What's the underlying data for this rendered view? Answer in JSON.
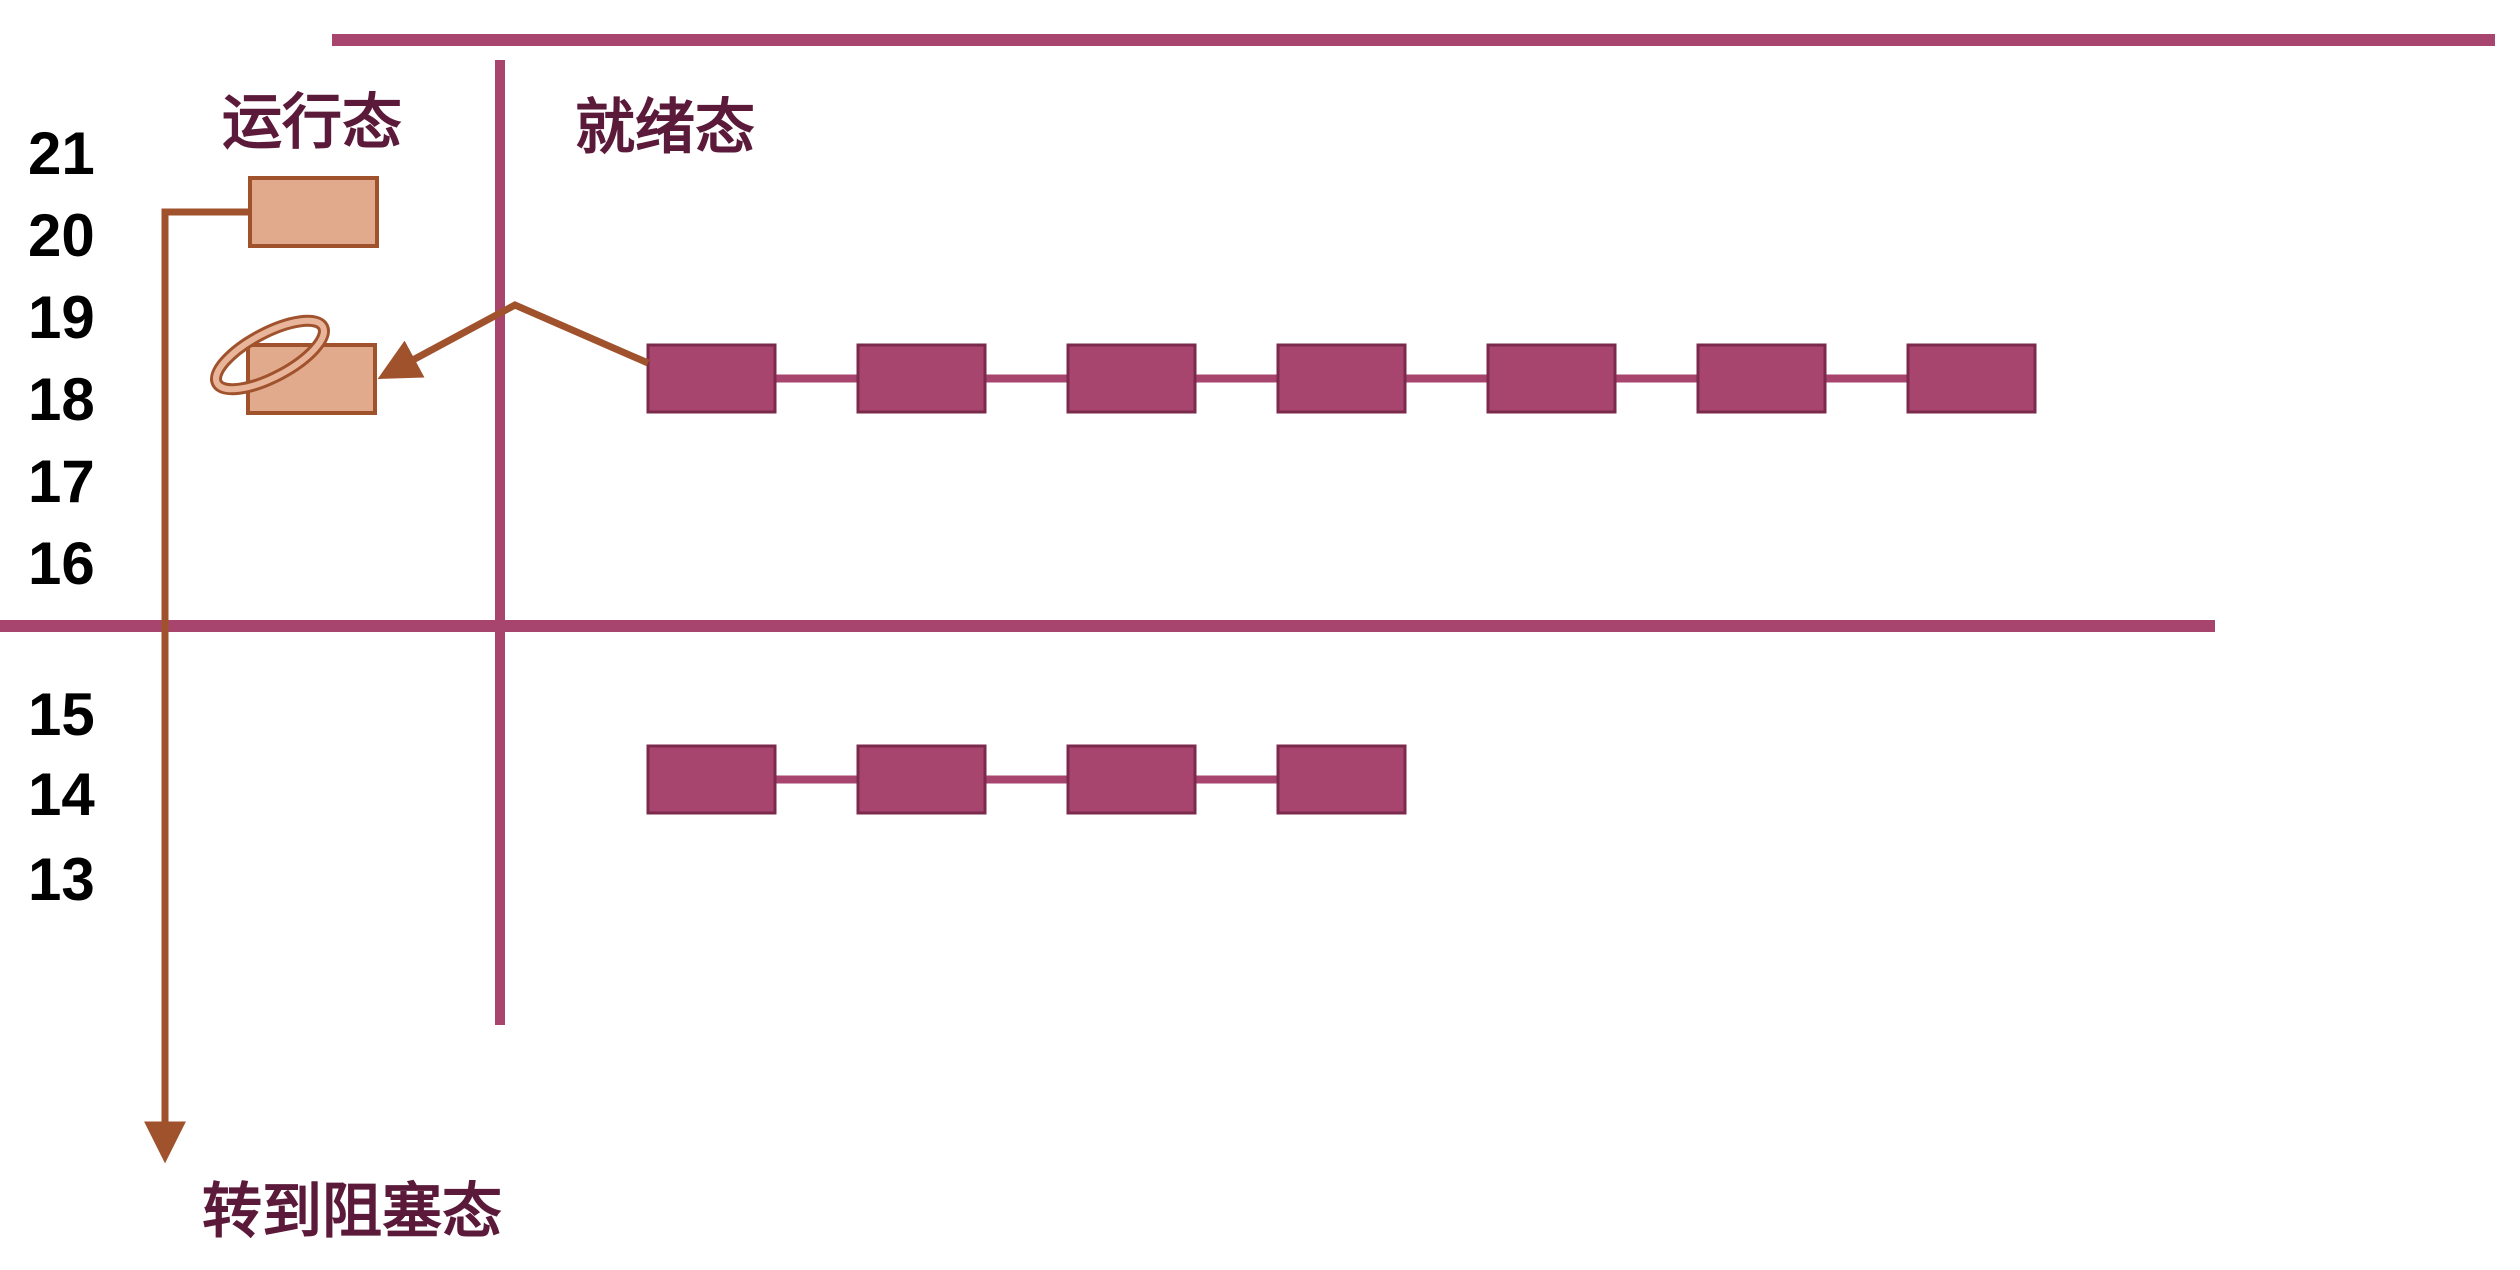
{
  "labels": {
    "running": "运行态",
    "ready": "就绪态",
    "to_blocked": "转到阻塞态"
  },
  "priorities": {
    "upper": [
      "21",
      "20",
      "19",
      "18",
      "17",
      "16"
    ],
    "lower": [
      "15",
      "14",
      "13"
    ]
  },
  "queues": {
    "priority_18_count": 7,
    "priority_14_count": 4
  },
  "colors": {
    "divider": "#a8456f",
    "queue_block": "#a8456f",
    "queue_block_border": "#7b2a4c",
    "running_block": "#e2aa8c",
    "running_block_border": "#a0522d",
    "arrow": "#a0522d",
    "label": "#5b1a3a"
  }
}
